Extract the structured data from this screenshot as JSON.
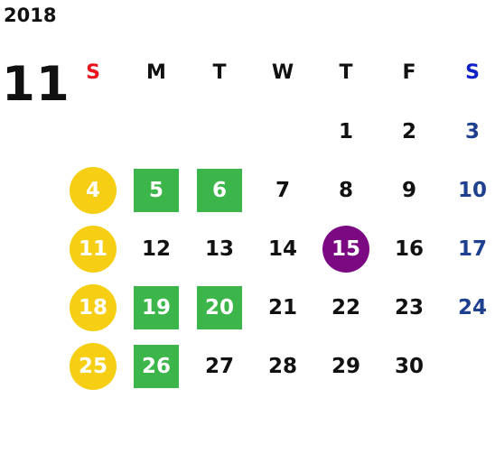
{
  "calendar": {
    "year": "2018",
    "month": "11",
    "weekdays": [
      "S",
      "M",
      "T",
      "W",
      "T",
      "F",
      "S"
    ],
    "colors": {
      "sunday_header": "#e8141f",
      "saturday_header": "#1021c8",
      "saturday_dates": "#1f3f8f",
      "sunday_circle": "#f6cf14",
      "green_square": "#3cb54a",
      "purple_circle": "#7b0a82"
    },
    "weeks": [
      [
        {
          "d": "",
          "hl": ""
        },
        {
          "d": "",
          "hl": ""
        },
        {
          "d": "",
          "hl": ""
        },
        {
          "d": "",
          "hl": ""
        },
        {
          "d": "1",
          "hl": ""
        },
        {
          "d": "2",
          "hl": ""
        },
        {
          "d": "3",
          "hl": ""
        }
      ],
      [
        {
          "d": "4",
          "hl": "circle-yellow"
        },
        {
          "d": "5",
          "hl": "square-green"
        },
        {
          "d": "6",
          "hl": "square-green"
        },
        {
          "d": "7",
          "hl": ""
        },
        {
          "d": "8",
          "hl": ""
        },
        {
          "d": "9",
          "hl": ""
        },
        {
          "d": "10",
          "hl": ""
        }
      ],
      [
        {
          "d": "11",
          "hl": "circle-yellow"
        },
        {
          "d": "12",
          "hl": ""
        },
        {
          "d": "13",
          "hl": ""
        },
        {
          "d": "14",
          "hl": ""
        },
        {
          "d": "15",
          "hl": "circle-purple"
        },
        {
          "d": "16",
          "hl": ""
        },
        {
          "d": "17",
          "hl": ""
        }
      ],
      [
        {
          "d": "18",
          "hl": "circle-yellow"
        },
        {
          "d": "19",
          "hl": "square-green"
        },
        {
          "d": "20",
          "hl": "square-green"
        },
        {
          "d": "21",
          "hl": ""
        },
        {
          "d": "22",
          "hl": ""
        },
        {
          "d": "23",
          "hl": ""
        },
        {
          "d": "24",
          "hl": ""
        }
      ],
      [
        {
          "d": "25",
          "hl": "circle-yellow"
        },
        {
          "d": "26",
          "hl": "square-green"
        },
        {
          "d": "27",
          "hl": ""
        },
        {
          "d": "28",
          "hl": ""
        },
        {
          "d": "29",
          "hl": ""
        },
        {
          "d": "30",
          "hl": ""
        },
        {
          "d": "",
          "hl": ""
        }
      ]
    ]
  }
}
